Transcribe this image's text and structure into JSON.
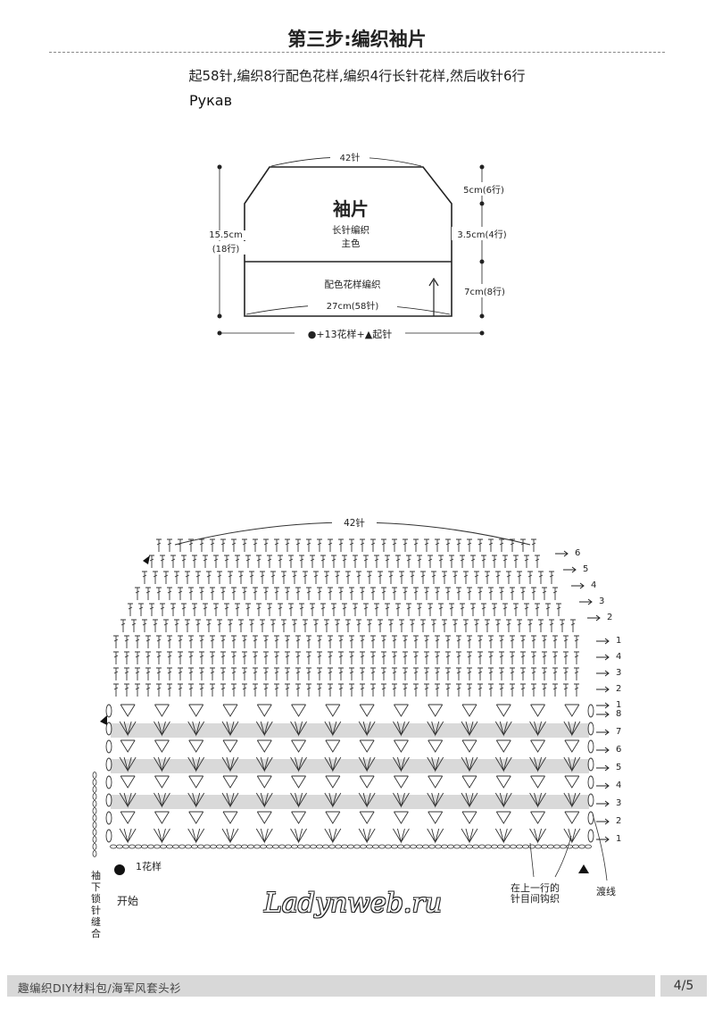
{
  "header": {
    "title": "第三步:编织袖片",
    "subtitle": "起58针,编织8行配色花样,编织4行长针花样,然后收针6行",
    "russian_label": "Рукав"
  },
  "schematic": {
    "top_width": "42针",
    "piece_name": "袖片",
    "upper_stitch": "长针编织",
    "upper_color": "主色",
    "lower_stitch": "配色花样编织",
    "bottom_width": "27cm(58针)",
    "left_height_cm": "15.5cm",
    "left_height_rows": "(18行)",
    "right_top": "5cm(6行)",
    "right_mid": "3.5cm(4行)",
    "right_bottom": "7cm(8行)",
    "cast_on_formula": "●+13花样+▲起针"
  },
  "chart": {
    "top_label": "42针",
    "rows_upper_decrease": [
      "6",
      "5",
      "4",
      "3",
      "2"
    ],
    "rows_main": [
      "1",
      "4",
      "3",
      "2",
      "1"
    ],
    "rows_color": [
      "8",
      "7",
      "6",
      "5",
      "4",
      "3",
      "2",
      "1"
    ],
    "repeat_label": "1花样",
    "start_label": "开始",
    "seam_label": "袖下锁针缝合",
    "between_label_1": "在上一行的",
    "between_label_2": "针目间钩织",
    "carry_label": "渡线",
    "shaded_color": "#d9d9d9"
  },
  "watermark": "Ladynweb.ru",
  "footer": {
    "text": "趣编织DIY材料包/海军风套头衫",
    "page": "4/5"
  }
}
